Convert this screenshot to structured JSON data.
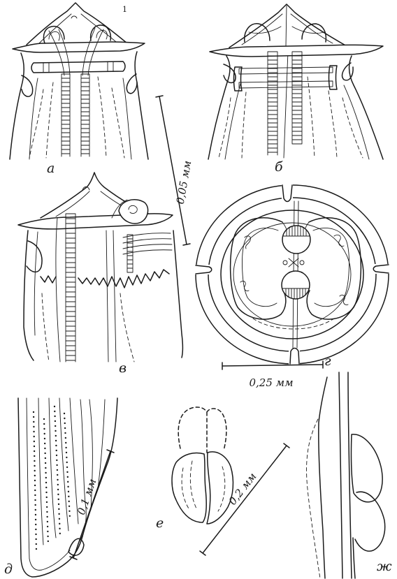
{
  "figure": {
    "panel_labels": {
      "a": "а",
      "b": "б",
      "v": "в",
      "g": "г",
      "d": "д",
      "e": "е",
      "zh": "ж"
    },
    "marks": {
      "numeral": "1"
    },
    "scale_bars": {
      "top": "0,05 мм",
      "middle": "0,25 мм",
      "bottom_left": "0,1 мм",
      "bottom_center": "0,2 мм"
    }
  },
  "colors": {
    "ink": "#1a1a1a",
    "paper": "#ffffff"
  }
}
